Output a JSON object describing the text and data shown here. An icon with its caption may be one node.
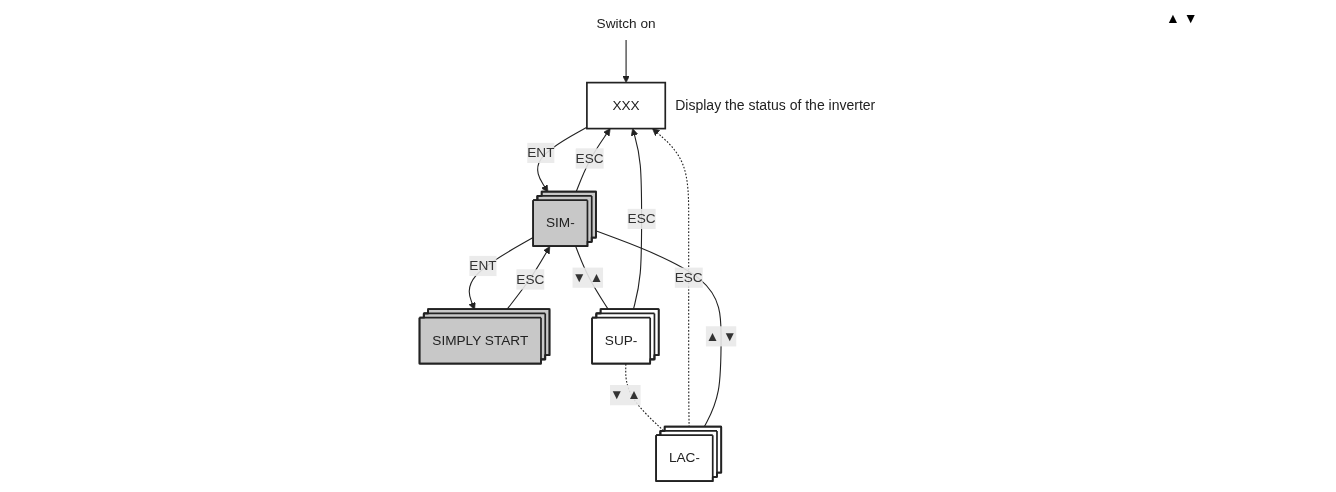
{
  "diagram": {
    "nodes": [
      {
        "text": [
          "Switch on"
        ]
      },
      {
        "text": [
          "XXX"
        ],
        "beside": [
          "Display the status of the inverter"
        ]
      },
      {
        "text": [
          "SIM-"
        ]
      },
      {
        "text": [
          "SIMPLY START"
        ]
      },
      {
        "text": [
          "SUP-"
        ]
      },
      {
        "text": [
          "LAC-"
        ]
      }
    ],
    "edges": [
      {
        "from": 0,
        "to": 1,
        "arrow": "to"
      },
      {
        "from": 1,
        "to": 2,
        "arrow": "to",
        "label": "ENT"
      },
      {
        "from": 2,
        "to": 3,
        "arrow": "to",
        "label": "ENT"
      },
      {
        "from": 3,
        "to": 2,
        "arrow": "to",
        "label": "ESC"
      },
      {
        "from": 2,
        "to": 1,
        "arrow": "to",
        "label": "ESC"
      },
      {
        "from": 4,
        "to": 1,
        "arrow": "to",
        "label": "ESC"
      },
      {
        "from": 5,
        "to": 1,
        "arrow": "to",
        "label": "ESC",
        "style": "dashed"
      },
      {
        "from": 2,
        "to": 4,
        "arrow": "none",
        "label": "▼ ▲"
      },
      {
        "from": 4,
        "to": 5,
        "arrow": "none",
        "label": "▼ ▲",
        "style": "dashed"
      },
      {
        "from": 5,
        "to": 2,
        "arrow": "none",
        "label": "▲ ▼"
      }
    ],
    "labels": [
      "▲ ▼"
    ]
  }
}
